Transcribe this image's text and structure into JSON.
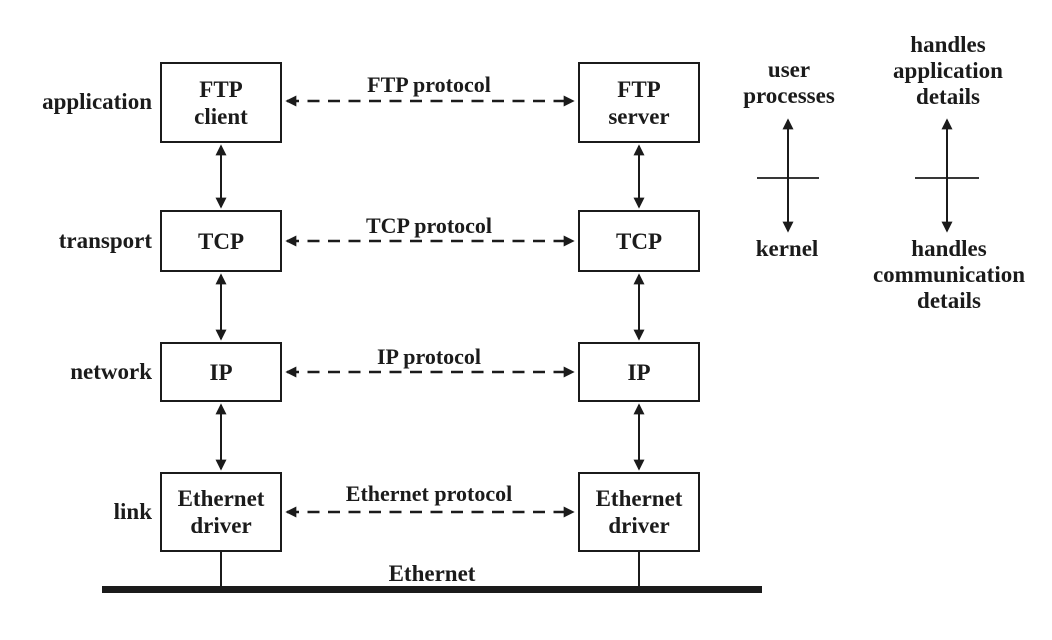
{
  "layers": [
    {
      "name": "application",
      "client": "FTP\nclient",
      "server": "FTP\nserver",
      "protocol": "FTP protocol"
    },
    {
      "name": "transport",
      "client": "TCP",
      "server": "TCP",
      "protocol": "TCP protocol"
    },
    {
      "name": "network",
      "client": "IP",
      "server": "IP",
      "protocol": "IP protocol"
    },
    {
      "name": "link",
      "client": "Ethernet\ndriver",
      "server": "Ethernet\ndriver",
      "protocol": "Ethernet protocol"
    }
  ],
  "medium": {
    "label": "Ethernet"
  },
  "annotations": {
    "process_boundary": {
      "top": "user\nprocesses",
      "bottom": "kernel"
    },
    "detail_boundary": {
      "top": "handles\napplication\ndetails",
      "bottom": "handles\ncommunication\ndetails"
    }
  },
  "colors": {
    "ink": "#1b1b1b",
    "background": "#ffffff"
  }
}
